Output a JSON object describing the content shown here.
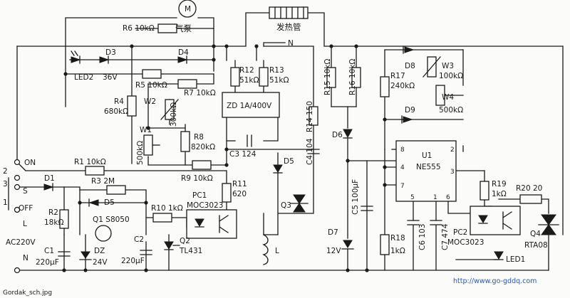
{
  "diagram": {
    "caption": "Gordak_sch.jpg",
    "watermark": "http://www.go-gddq.com",
    "labels": {
      "motor": "M",
      "pump": "气泵",
      "heater": "发热管",
      "r6": "R6 10kΩ",
      "d3": "D3",
      "d3v": "36V",
      "led2": "LED2",
      "d4": "D4",
      "r5": "R5 10kΩ",
      "r7": "R7 10kΩ",
      "r4a": "R4",
      "r4b": "680kΩ",
      "w2a": "W2",
      "w2b": "300kΩ",
      "w1a": "W1",
      "w1b": "500kΩ",
      "r8a": "R8",
      "r8b": "820kΩ",
      "r12a": "R12",
      "r12b": "51kΩ",
      "r13a": "R13",
      "r13b": "51kΩ",
      "n": "N",
      "bridge": "ZD   1A/400V",
      "c3": "C3  124",
      "r14": "R14  150",
      "c4": "C4  104",
      "r15": "R15 10kΩ",
      "r16": "R16 10kΩ",
      "d8": "D8",
      "r17a": "R17",
      "r17b": "240kΩ",
      "w3a": "W3",
      "w3b": "100kΩ",
      "w4a": "W4",
      "w4b": "500kΩ",
      "d9": "D9",
      "on": "ON",
      "off": "OFF",
      "s": "S",
      "sw1": "1",
      "sw2": "2",
      "sw3": "3",
      "r1": "R1  10kΩ",
      "d1": "D1",
      "r3": "R3  2M",
      "d5a": "D5",
      "r2a": "R2",
      "r2b": "18kΩ",
      "r9": "R9  10kΩ",
      "r11a": "R11",
      "r11b": "620",
      "r10": "R10  1kΩ",
      "pc1a": "PC1",
      "pc1b": "MOC3023",
      "d5b": "D5",
      "q3": "Q3",
      "d6": "D6",
      "c5": "C5 100μF",
      "u1a": "U1",
      "u1b": "NE555",
      "p8": "8",
      "p4": "4",
      "p7": "7",
      "p5": "5",
      "p1": "1",
      "p6": "6",
      "p2": "2",
      "p3": "3",
      "r19a": "R19",
      "r19b": "1kΩ",
      "r20": "R20  20",
      "ac": "AC220V",
      "l": "L",
      "nin": "N",
      "q1": "Q1  S8050",
      "c1a": "C1",
      "c1b": "220μF",
      "dz": "DZ",
      "dzv": "24V",
      "c2a": "C2",
      "c2b": "220μF",
      "q2a": "Q2",
      "q2b": "TL431",
      "coil": "L",
      "d7a": "D7",
      "d7b": "12V",
      "r18a": "R18",
      "r18b": "1kΩ",
      "c6": "C6  103",
      "c7": "C7  474",
      "pc2a": "PC2",
      "pc2b": "MOC3023",
      "led1": "LED1",
      "q4a": "Q4",
      "q4b": "RTA08"
    }
  }
}
